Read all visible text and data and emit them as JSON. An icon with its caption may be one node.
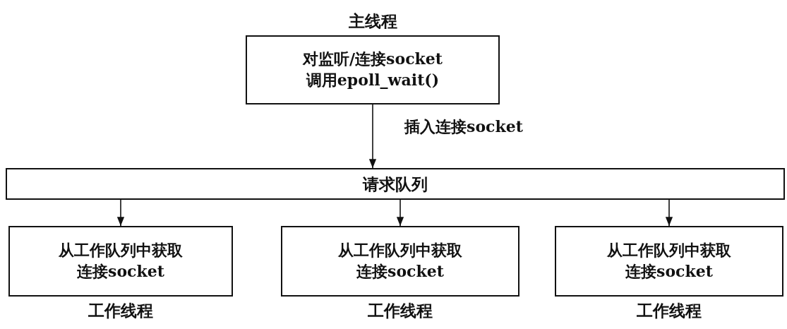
{
  "diagram": {
    "nodes": [
      {
        "text": [
          "主线程",
          "对监听/连接socket调用epoll_wait()"
        ]
      },
      {
        "text": [
          "请求队列"
        ]
      },
      {
        "text": [
          "从工作队列中获取连接socket",
          "工作线程"
        ]
      },
      {
        "text": [
          "从工作队列中获取连接socket",
          "工作线程"
        ]
      },
      {
        "text": [
          "从工作队列中获取连接socket",
          "工作线程"
        ]
      }
    ],
    "edges": [
      {
        "from": 0,
        "to": 1,
        "arrow": "to",
        "label": "插入连接socket"
      },
      {
        "from": 1,
        "to": 2,
        "arrow": "to"
      },
      {
        "from": 1,
        "to": 3,
        "arrow": "to"
      },
      {
        "from": 1,
        "to": 4,
        "arrow": "to"
      }
    ]
  }
}
